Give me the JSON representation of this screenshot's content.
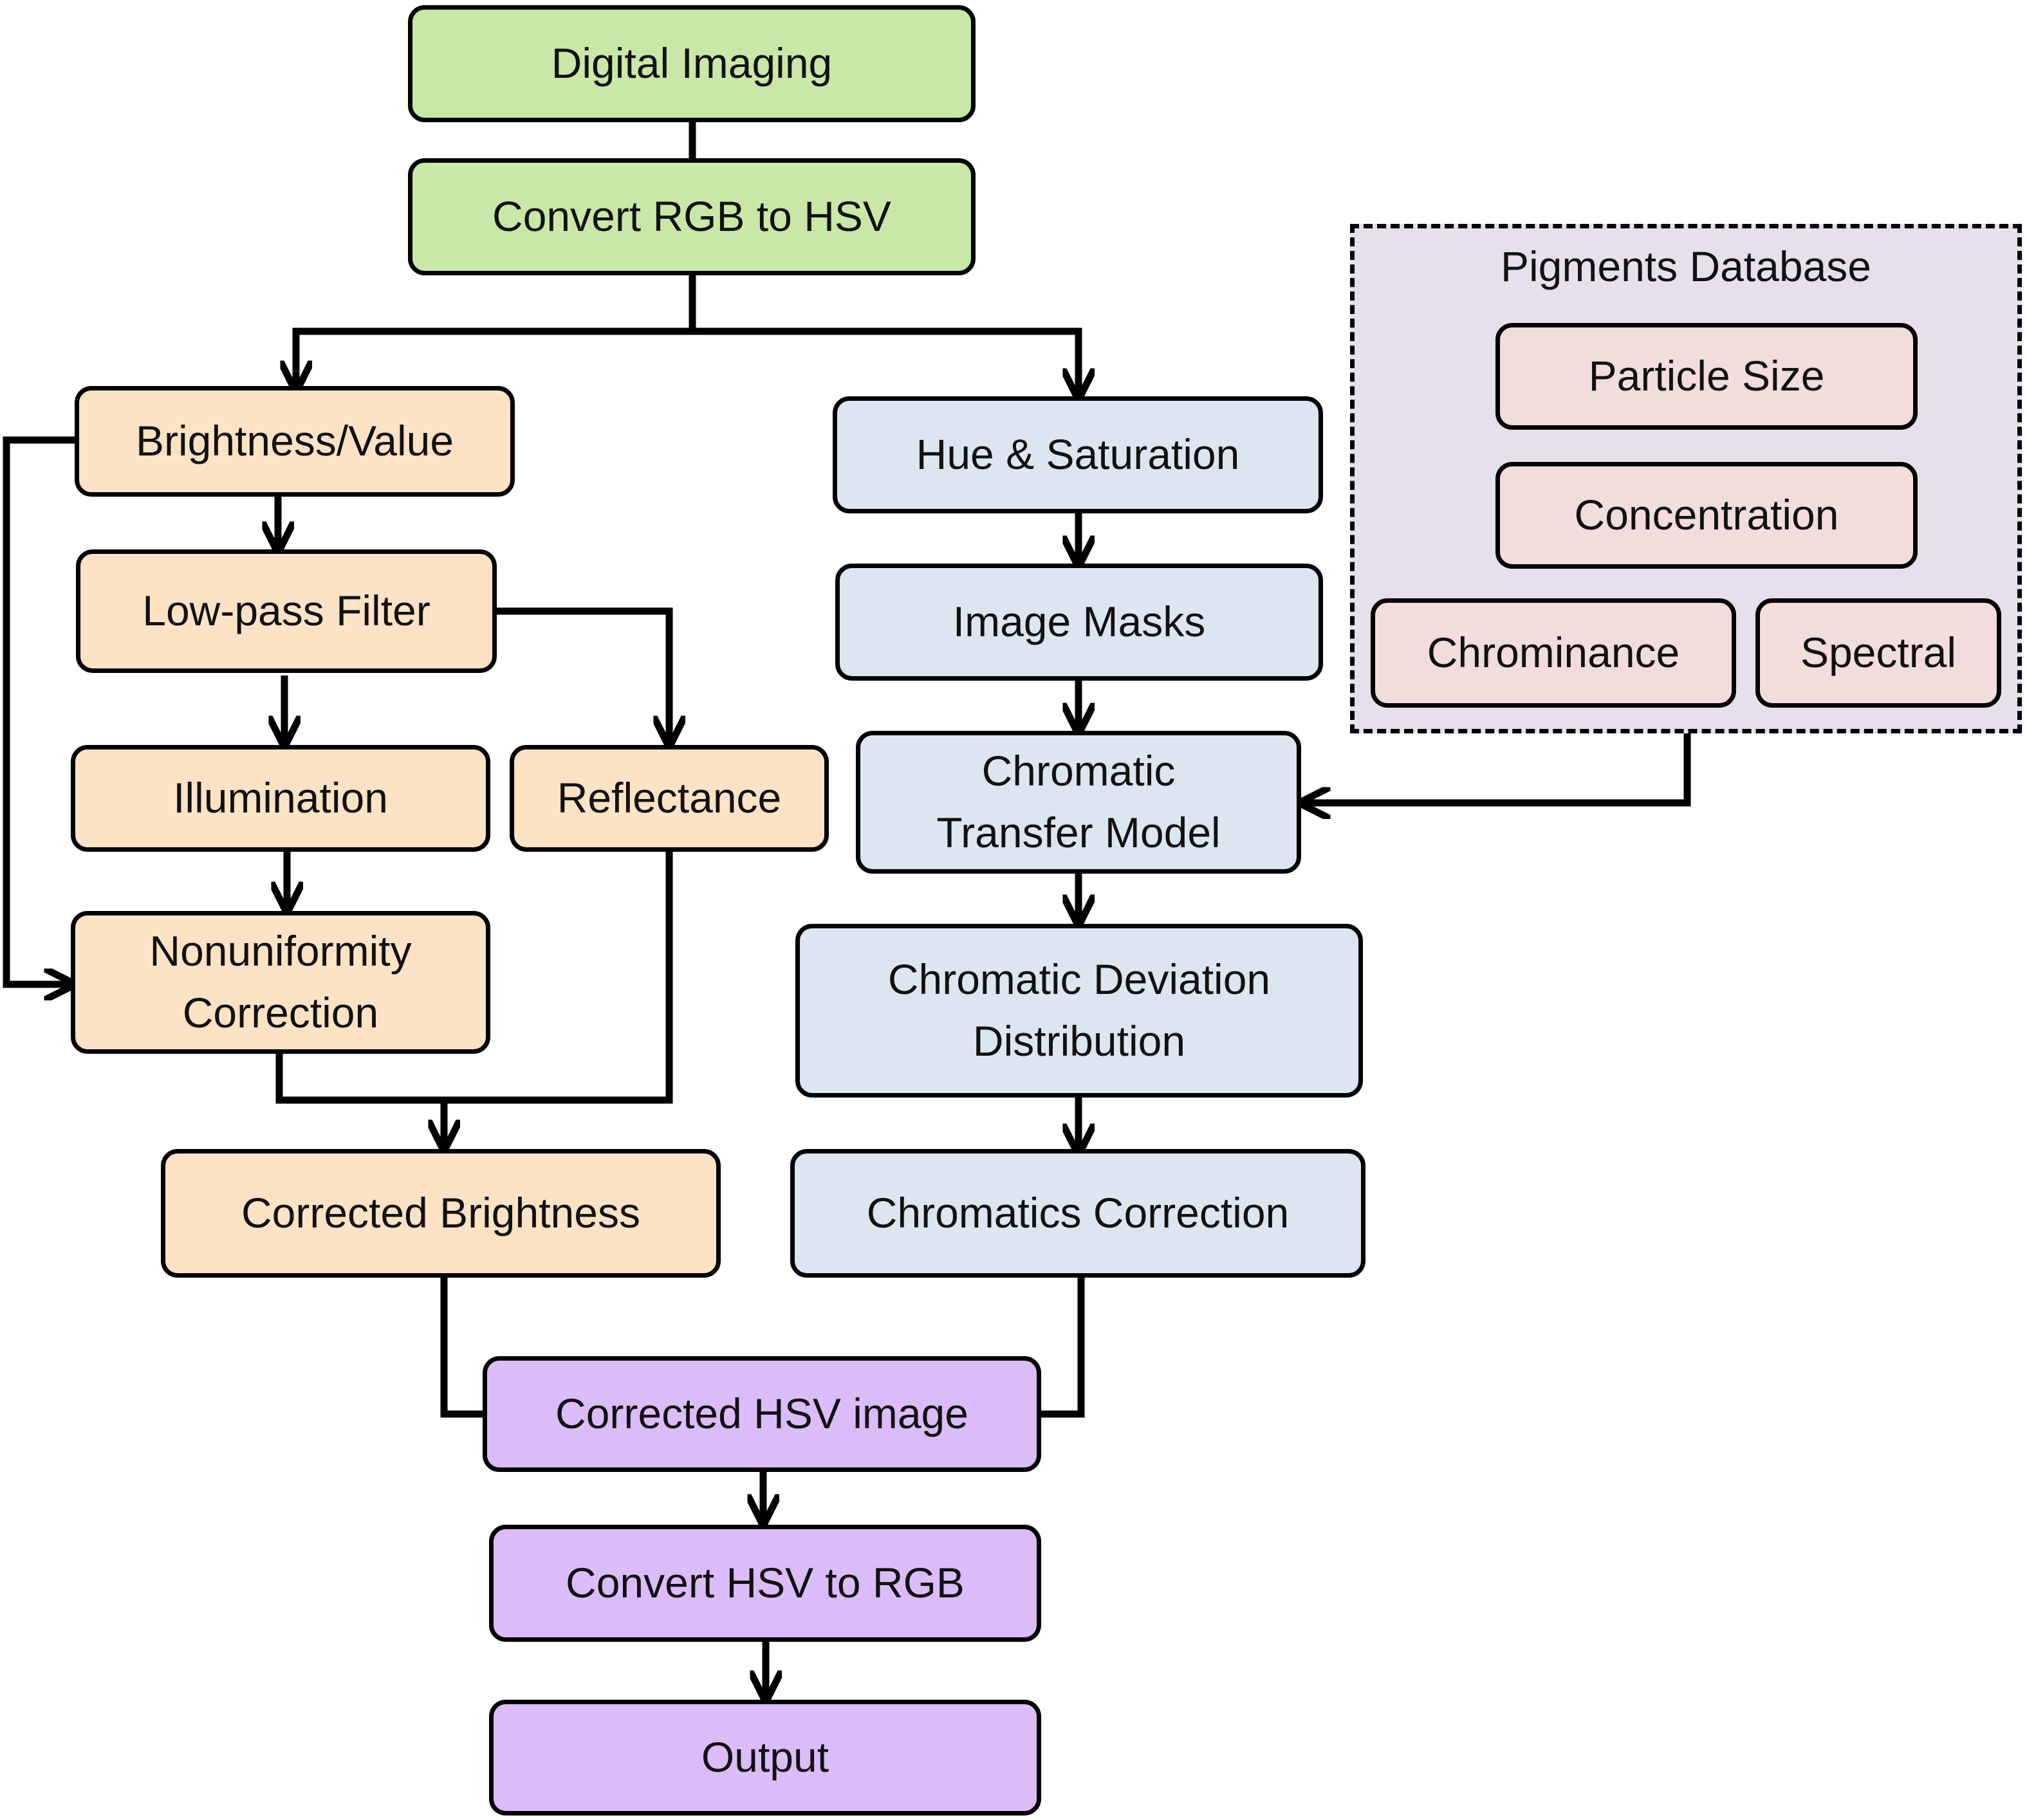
{
  "nodes": {
    "digital_imaging": "Digital Imaging",
    "convert_rgb_hsv": "Convert RGB to HSV",
    "brightness_value": "Brightness/Value",
    "low_pass_filter": "Low-pass Filter",
    "illumination": "Illumination",
    "reflectance": "Reflectance",
    "nonuniformity_line1": "Nonuniformity",
    "nonuniformity_line2": "Correction",
    "corrected_brightness": "Corrected Brightness",
    "hue_saturation": "Hue & Saturation",
    "image_masks": "Image Masks",
    "chromatic_transfer_line1": "Chromatic",
    "chromatic_transfer_line2": "Transfer Model",
    "chromatic_deviation_line1": "Chromatic Deviation",
    "chromatic_deviation_line2": "Distribution",
    "chromatics_correction": "Chromatics Correction",
    "corrected_hsv": "Corrected HSV image",
    "convert_hsv_rgb": "Convert HSV to RGB",
    "output": "Output"
  },
  "database": {
    "title": "Pigments Database",
    "particle_size": "Particle Size",
    "concentration": "Concentration",
    "chrominance": "Chrominance",
    "spectral": "Spectral"
  },
  "colors": {
    "green": "#c9e8a7",
    "orange": "#fde2c5",
    "blue": "#dce6f1",
    "purple": "#dcbcf8",
    "pink": "#f2dcdc",
    "database_bg": "#e6e0ec"
  }
}
